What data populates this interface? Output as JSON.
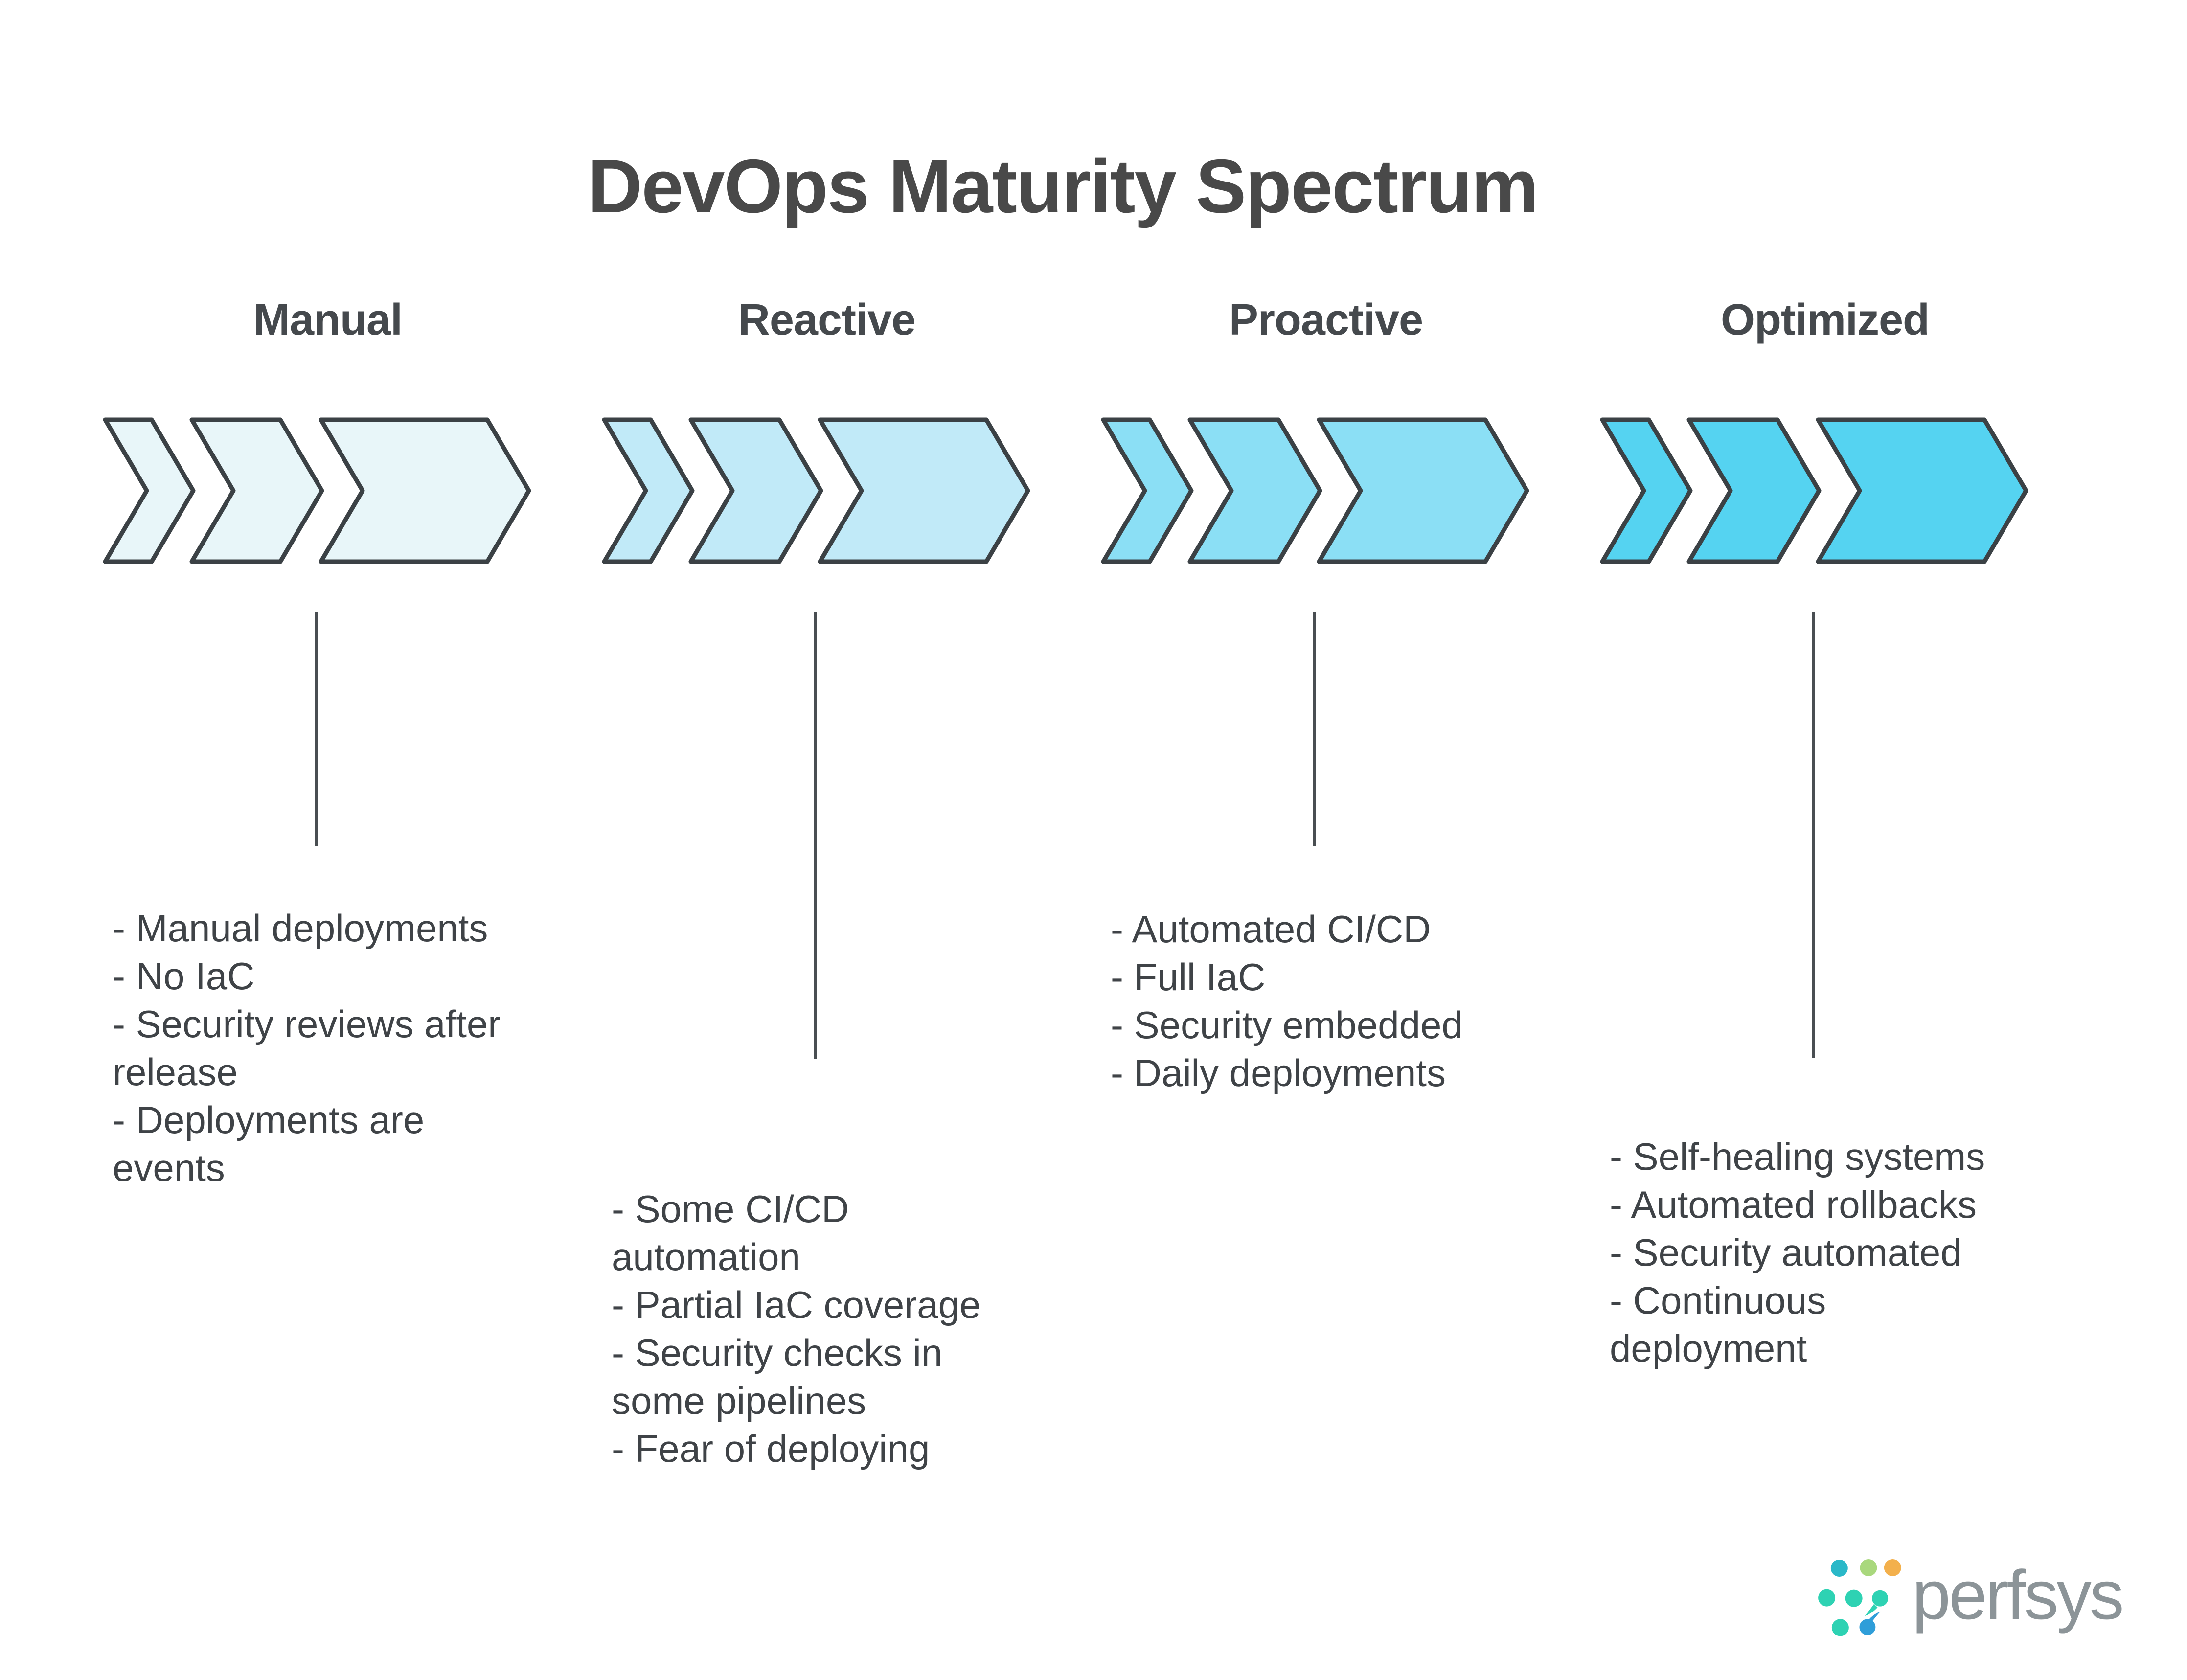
{
  "title": "DevOps Maturity Spectrum",
  "brand": {
    "name": "perfsys"
  },
  "colors": {
    "background": "#ffffff",
    "title_color": "#494949",
    "label_color": "#45494d",
    "text_color": "#3f4347",
    "connector_line_color": "#494e52",
    "chevron_stroke": "#3b4145",
    "logo_text_color": "#8c9498",
    "logo_dot_teal": "#2ab8c8",
    "logo_dot_green": "#a9d87d",
    "logo_dot_orange": "#f3b04c",
    "logo_dot_mint": "#2ed2b3",
    "logo_dot_blue": "#2f9ed9"
  },
  "stages": [
    {
      "label": "Manual",
      "chevron_fill": "#e8f6f9",
      "bullets": [
        "- Manual deployments",
        "- No IaC",
        "- Security reviews after\nrelease",
        "- Deployments are\nevents"
      ]
    },
    {
      "label": "Reactive",
      "chevron_fill": "#c1eaf8",
      "bullets": [
        "- Some CI/CD\nautomation",
        "- Partial IaC coverage",
        "- Security checks in\nsome pipelines",
        "- Fear of deploying"
      ]
    },
    {
      "label": "Proactive",
      "chevron_fill": "#8bdff5",
      "bullets": [
        "- Automated CI/CD",
        "- Full IaC",
        "- Security embedded",
        "- Daily deployments"
      ]
    },
    {
      "label": "Optimized",
      "chevron_fill": "#55d3f1",
      "bullets": [
        "- Self-healing systems",
        "- Automated rollbacks",
        "- Security automated",
        "- Continuous\ndeployment"
      ]
    }
  ]
}
